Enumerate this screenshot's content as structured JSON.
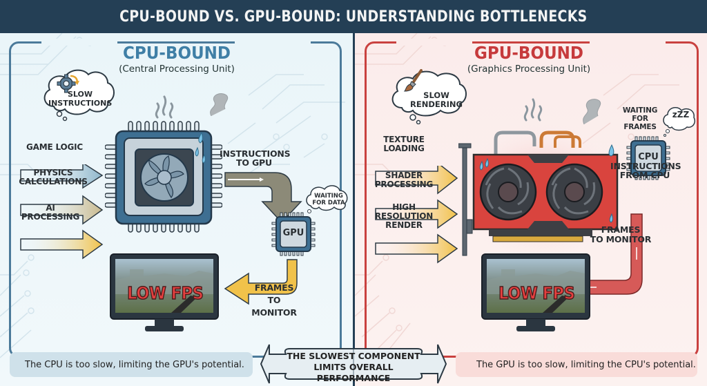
{
  "title": "CPU-BOUND VS. GPU-BOUND: UNDERSTANDING BOTTLENECKS",
  "colors": {
    "header_bg": "#243f55",
    "cpu_accent": "#3f7fa6",
    "gpu_accent": "#c63a3c",
    "arrow_yellow": "#f1c24a",
    "arrow_gray": "#8c8a78",
    "cpu_frame": "#4b7a9a",
    "gpu_frame": "#c9413f"
  },
  "cpu_section": {
    "title": "CPU-BOUND",
    "subtitle": "(Central Processing Unit)",
    "thought_cloud": "SLOW\nINSTRUCTIONS",
    "thought_icon": "gear-icon",
    "inputs": [
      {
        "label": "GAME LOGIC"
      },
      {
        "label": "PHYSICS\nCALCULATIONS"
      },
      {
        "label": "AI\nPROCESSING"
      }
    ],
    "output_label": "INSTRUCTIONS\nTO GPU",
    "gpu_thought": "WAITING\nFOR DATA",
    "gpu_chip_label": "GPU",
    "frames_label": "FRAMES\nTO MONITOR",
    "monitor_text": "LOW FPS",
    "summary": "The CPU is too slow, limiting the GPU's potential."
  },
  "gpu_section": {
    "title": "GPU-BOUND",
    "subtitle": "(Graphics Processing Unit)",
    "thought_cloud": "SLOW\nRENDERING",
    "thought_icon": "paintbrush-icon",
    "inputs": [
      {
        "label": "TEXTURE\nLOADING"
      },
      {
        "label": "SHADER\nPROCESSING"
      },
      {
        "label": "HIGH\nRESOLUTION\nRENDER"
      }
    ],
    "cpu_waiting_label": "WAITING\nFOR\nFRAMES",
    "cpu_thought": "zZZ",
    "cpu_chip_label": "CPU",
    "instructions_label": "INSTRUCTIONS\nFROM CPU",
    "frames_label": "FRAMES\nTO MONITOR",
    "monitor_text": "LOW FPS",
    "summary": "The GPU is too slow, limiting the CPU's potential."
  },
  "center_message": "THE SLOWEST COMPONENT\nLIMITS OVERALL PERFORMANCE"
}
